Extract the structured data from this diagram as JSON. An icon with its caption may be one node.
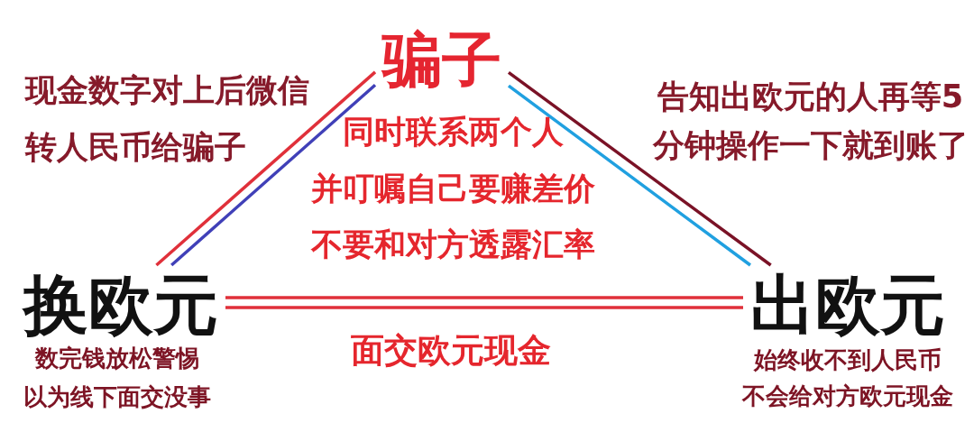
{
  "diagram": {
    "nodes": [
      {
        "text": [
          "骗子"
        ]
      },
      {
        "text": [
          "换欧元"
        ],
        "beside": [
          "数完钱放松警惕",
          "以为线下面交没事"
        ]
      },
      {
        "text": [
          "出欧元"
        ],
        "beside": [
          "始终收不到人民币",
          "不会给对方欧元现金"
        ]
      }
    ],
    "edges": [
      {
        "from": 0,
        "to": 1,
        "arrow": "none"
      },
      {
        "from": 0,
        "to": 1,
        "arrow": "none",
        "color": "#4040b8"
      },
      {
        "from": 0,
        "to": 2,
        "arrow": "none",
        "color": "#7a1226"
      },
      {
        "from": 0,
        "to": 2,
        "arrow": "none",
        "color": "#20a0e0"
      },
      {
        "from": 1,
        "to": 2,
        "arrow": "none"
      },
      {
        "from": 1,
        "to": 2,
        "arrow": "none"
      }
    ],
    "labels": [
      "现金数字对上后微信转人民币给骗子",
      "告知出欧元的人再等5分钟操作一下就到账了",
      "同时联系两个人",
      "并叮嘱自己要赚差价",
      "不要和对方透露汇率",
      "面交欧元现金"
    ]
  }
}
